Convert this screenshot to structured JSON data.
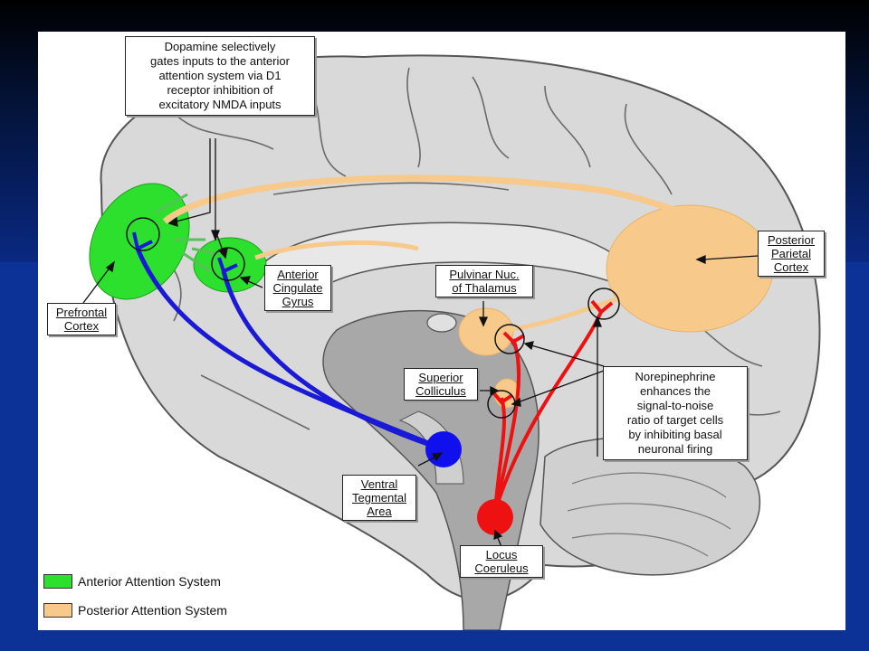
{
  "callouts": {
    "dopamine": [
      "Dopamine selectively",
      "gates inputs to the anterior",
      "attention system via D1",
      "receptor inhibition of",
      "excitatory NMDA inputs"
    ],
    "norepinephrine": [
      "Norepinephrine",
      "enhances the",
      "signal-to-noise",
      "ratio of target cells",
      "by inhibiting basal",
      "neuronal firing"
    ]
  },
  "labels": {
    "prefrontal": [
      "Prefrontal",
      "Cortex"
    ],
    "anterior_cingulate": [
      "Anterior",
      "Cingulate",
      "Gyrus"
    ],
    "pulvinar": [
      "Pulvinar Nuc.",
      "of Thalamus"
    ],
    "posterior_parietal": [
      "Posterior",
      "Parietal",
      "Cortex"
    ],
    "superior_colliculus": [
      "Superior",
      "Colliculus"
    ],
    "ventral_tegmental": [
      "Ventral",
      "Tegmental",
      "Area"
    ],
    "locus_coeruleus": [
      "Locus",
      "Coeruleus"
    ]
  },
  "legend": [
    {
      "label": "Anterior Attention System",
      "color": "#2ee02e"
    },
    {
      "label": "Posterior Attention System",
      "color": "#f7c98a"
    }
  ],
  "colors": {
    "dopamine_pathway": "#1a1ad6",
    "norepinephrine_pathway": "#ee1111",
    "anterior_system": "#2ee02e",
    "posterior_system": "#f7c98a",
    "brain_tissue": "#d9d9d9",
    "brainstem": "#a8a8a8"
  }
}
